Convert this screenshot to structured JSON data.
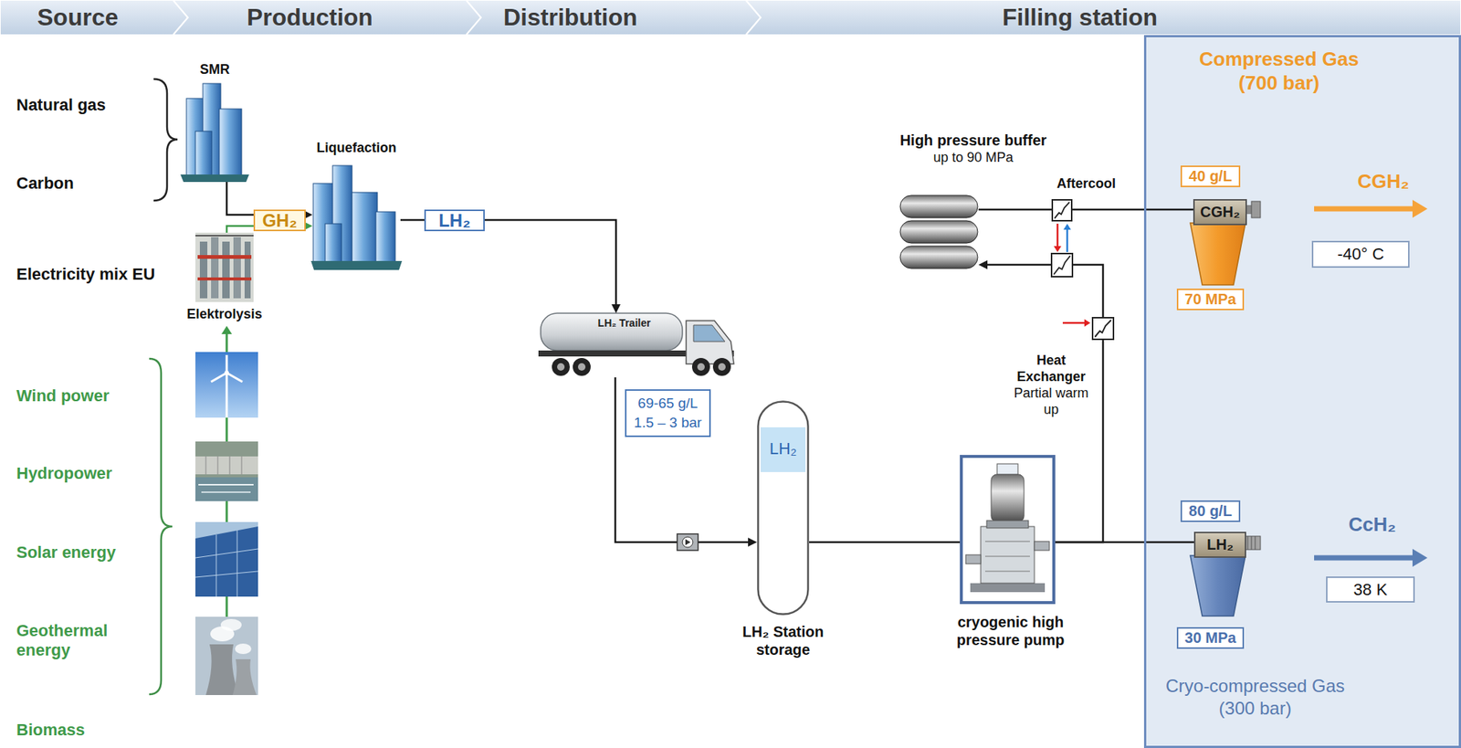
{
  "diagram": {
    "nodes": [
      {
        "text": [
          "Source"
        ]
      },
      {
        "text": [
          "Production"
        ]
      },
      {
        "text": [
          "Distribution"
        ]
      },
      {
        "text": [
          "Filling station"
        ]
      },
      {
        "text": [
          "SMR"
        ]
      },
      {
        "text": [
          "Liquefaction"
        ]
      },
      {
        "text": [
          "GH₂"
        ]
      },
      {
        "text": [
          "LH₂"
        ]
      },
      {
        "text": [
          "Elektrolysis"
        ]
      },
      {
        "text": [
          "LH₂ Trailer"
        ]
      },
      {
        "text": [
          "69-65 g/L",
          "1.5 – 3 bar"
        ]
      },
      {
        "text": [
          "High pressure buffer",
          "up to 90 MPa"
        ]
      },
      {
        "text": [
          "Aftercool"
        ]
      },
      {
        "text": [
          "Heat Exchanger",
          "Partial warm up"
        ]
      },
      {
        "text": [
          "LH₂",
          "LH₂ Station storage"
        ]
      },
      {
        "text": [
          "cryogenic high pressure pump"
        ]
      },
      {
        "text": [
          "Compressed Gas (700 bar)",
          "Cryo-compressed Gas (300 bar)"
        ]
      },
      {
        "text": [
          "40 g/L"
        ],
        "in": 16
      },
      {
        "text": [
          "CGH₂"
        ],
        "in": 16
      },
      {
        "text": [
          "70 MPa"
        ],
        "in": 16
      },
      {
        "text": [
          "-40° C"
        ],
        "in": 16
      },
      {
        "text": [
          "80 g/L"
        ],
        "in": 16
      },
      {
        "text": [
          "LH₂"
        ],
        "in": 16
      },
      {
        "text": [
          "30 MPa"
        ],
        "in": 16
      },
      {
        "text": [
          "38 K"
        ],
        "in": 16
      }
    ],
    "edges": [
      {
        "from": 4,
        "to": 6,
        "arrow": "none"
      },
      {
        "from": 8,
        "to": 6,
        "arrow": "none"
      },
      {
        "from": 6,
        "to": 5,
        "arrow": "to"
      },
      {
        "from": 6,
        "to": 5,
        "arrow": "to"
      },
      {
        "from": 5,
        "to": 7,
        "arrow": "none"
      },
      {
        "from": 7,
        "to": 9,
        "arrow": "to"
      },
      {
        "from": 9,
        "to": 14,
        "arrow": "to"
      },
      {
        "from": 14,
        "to": 15,
        "arrow": "none"
      },
      {
        "from": 15,
        "to": 22,
        "arrow": "none"
      },
      {
        "from": 15,
        "to": 13,
        "arrow": "none"
      },
      {
        "from": 13,
        "to": 11,
        "arrow": "to"
      },
      {
        "from": 11,
        "to": 12,
        "arrow": "none"
      },
      {
        "from": 12,
        "to": 18,
        "arrow": "none"
      }
    ],
    "labels": [
      "Natural gas",
      "Carbon",
      "Electricity mix EU",
      "Wind power",
      "Hydropower",
      "Solar energy",
      "Geothermal energy",
      "Biomass",
      "CGH₂",
      "CcH₂"
    ]
  }
}
